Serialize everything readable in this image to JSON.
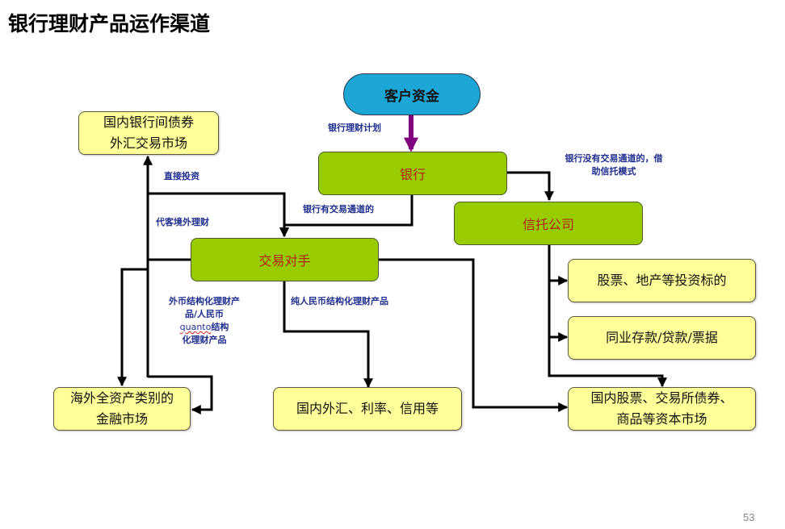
{
  "title": "银行理财产品运作渠道",
  "page_number": "53",
  "colors": {
    "source_fill": "#1ba6d6",
    "entity_fill": "#99cc00",
    "entity_text": "#b0201a",
    "market_fill": "#ffff99",
    "label_text": "#1f2e8f",
    "main_arrow": "#800080",
    "connector": "#000000"
  },
  "nodes": {
    "client_funds": "客户资金",
    "bank": "银行",
    "trust_company": "信托公司",
    "counterparty": "交易对手",
    "interbank_market": [
      "国内银行间债券",
      "外汇交易市场"
    ],
    "stocks_property": "股票、地产等投资标的",
    "interbank_deposits": "同业存款/贷款/票据",
    "overseas_market": [
      "海外全资产类别的",
      "金融市场"
    ],
    "domestic_fx_rates": "国内外汇、利率、信用等",
    "domestic_capital_market": [
      "国内股票、交易所债券、",
      "商品等资本市场"
    ]
  },
  "edge_labels": {
    "wealth_plan": "银行理财计划",
    "no_channel_line1": "银行没有交易通道的，借",
    "no_channel_line2": "助信托模式",
    "has_channel": "银行有交易通道的",
    "direct_invest": "直接投资",
    "qdii": "代客境外理财",
    "fx_structured_line1": "外币结构化理财产",
    "fx_structured_line2": "品/人民币",
    "fx_structured_line3_a": "quanto",
    "fx_structured_line3_b": "结构",
    "fx_structured_line4": "化理财产品",
    "rmb_structured": "纯人民币结构化理财产品"
  }
}
